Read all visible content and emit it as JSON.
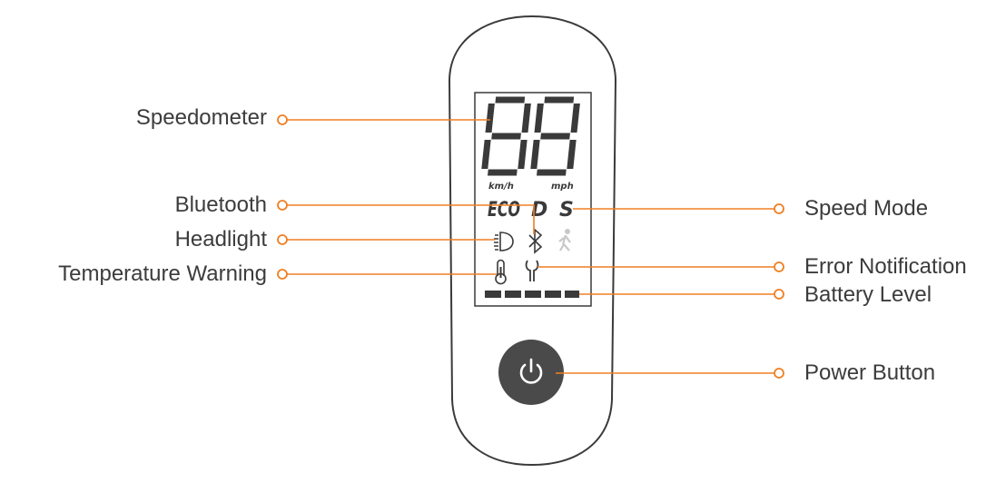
{
  "display": {
    "speed_digits": "88",
    "unit_kmh": "km/h",
    "unit_mph": "mph",
    "mode_eco": "ECO",
    "mode_d": "D",
    "mode_s": "S",
    "battery_segments": 5
  },
  "labels": {
    "speedometer": "Speedometer",
    "bluetooth": "Bluetooth",
    "headlight": "Headlight",
    "temperature_warning": "Temperature Warning",
    "speed_mode": "Speed Mode",
    "error_notification": "Error Notification",
    "battery_level": "Battery Level",
    "power_button": "Power Button"
  },
  "colors": {
    "callout": "#f07f22",
    "lcd_on": "#3a3a3a",
    "lcd_off": "#c8c8c8",
    "body_outline": "#3a3a3a",
    "button": "#4a4a4a"
  },
  "icons": [
    "headlight-icon",
    "bluetooth-icon",
    "walk-icon",
    "thermometer-icon",
    "wrench-icon",
    "power-icon"
  ]
}
